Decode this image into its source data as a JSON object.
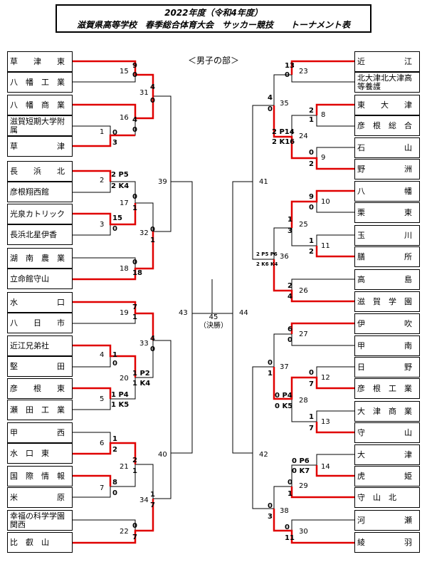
{
  "title_line1": "2022年度（令和4年度）",
  "title_line2": "滋賀県高等学校　春季総合体育大会　サッカー競技　　トーナメント表",
  "subtitle": "＜男子の部＞",
  "left_teams": [
    "草　　津　　東",
    "八　幡　工　業",
    "八　幡　商　業",
    "滋賀短期大学附属",
    "草　　　　　津",
    "長　　浜　　北",
    "彦根翔西館",
    "光泉カトリック",
    "長浜北星伊香",
    "湖　南　農　業",
    "立命館守山",
    "水　　　　　口",
    "八　　日　　市",
    "近江兄弟社",
    "堅　　　　　田",
    "彦　　根　　東",
    "瀬　田　工　業",
    "甲　　　　　西",
    "水　口　東",
    "国　際　情　報",
    "米　　　　　原",
    "幸福の科学学園関西",
    "比　叡　山"
  ],
  "right_teams": [
    "近　　　　　江",
    "北大津北大津高等養護",
    "東　　大　　津",
    "彦　根　総　合",
    "石　　　　　山",
    "野　　　　　洲",
    "八　　　　　幡",
    "栗　　　　　東",
    "玉　　　　　川",
    "膳　　　　　所",
    "高　　　　　島",
    "滋　賀　学　園",
    "伊　　　　　吹",
    "甲　　　　　南",
    "日　　　　　野",
    "彦　根　工　業",
    "大　津　商　業",
    "守　　　　　山",
    "大　　　　　津",
    "虎　　　　　姫",
    "守　山　北",
    "河　　　　　瀬",
    "綾　　　　　羽"
  ],
  "match_numbers": [
    "1",
    "2",
    "3",
    "4",
    "5",
    "6",
    "7",
    "8",
    "9",
    "10",
    "11",
    "12",
    "13",
    "14",
    "15",
    "16",
    "17",
    "18",
    "19",
    "20",
    "21",
    "22",
    "23",
    "24",
    "25",
    "26",
    "27",
    "28",
    "29",
    "30",
    "31",
    "32",
    "33",
    "34",
    "35",
    "36",
    "37",
    "38",
    "39",
    "40",
    "41",
    "42",
    "43",
    "44"
  ],
  "final_label": "45",
  "final_sub": "（決勝）",
  "scores": [
    "9",
    "0",
    "4",
    "0",
    "4",
    "0",
    "0",
    "3",
    "2 P5",
    "2 K4",
    "0",
    "1",
    "15",
    "0",
    "0",
    "1",
    "0",
    "18",
    "7",
    "1",
    "4",
    "0",
    "1",
    "0",
    "1 P2",
    "1 K4",
    "1 P4",
    "1 K5",
    "1",
    "2",
    "2",
    "1",
    "8",
    "0",
    "1",
    "7",
    "0",
    "7",
    "13",
    "0",
    "4",
    "0",
    "2",
    "1",
    "2 P14",
    "2 K16",
    "0",
    "2",
    "9",
    "0",
    "1",
    "3",
    "1",
    "2",
    "2 P5 P6",
    "2 K6 K4",
    "2",
    "4",
    "6",
    "0",
    "0",
    "1",
    "0",
    "7",
    "0 P4",
    "0 K5",
    "1",
    "7",
    "0 P6",
    "0 K7",
    "0",
    "1",
    "0",
    "3",
    "0",
    "11"
  ],
  "colors": {
    "win": "#e00000",
    "line": "#000000"
  }
}
